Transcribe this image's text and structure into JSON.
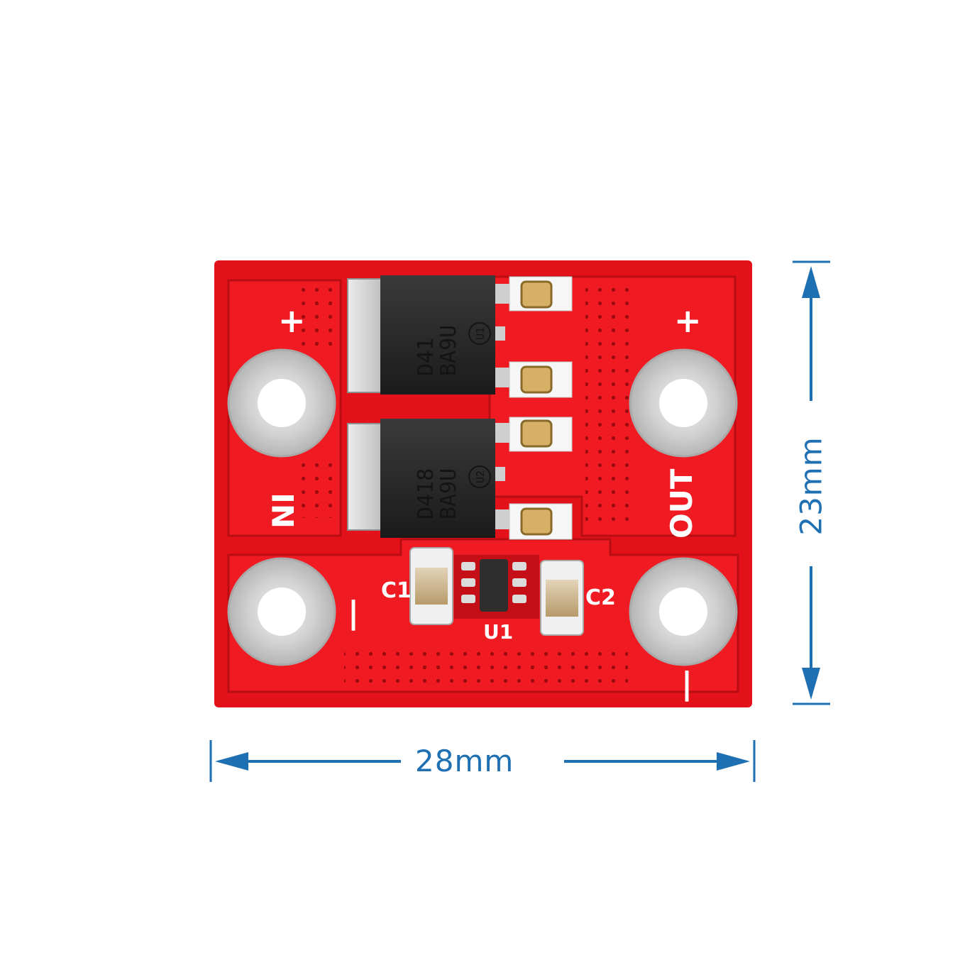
{
  "dimensions": {
    "width_label": "28mm",
    "height_label": "23mm",
    "color": "#1f6fb3"
  },
  "board": {
    "color": "#e8141c",
    "silkscreen": {
      "in_label": "NI",
      "out_label": "OUT",
      "plus_left": "+",
      "plus_right": "+",
      "minus_left": "|",
      "minus_right": "|",
      "c1": "C1",
      "c2": "C2",
      "u1": "U1"
    },
    "mosfets": [
      {
        "line1": "D41",
        "line2": "BA9U",
        "badge": "U1"
      },
      {
        "line1": "D418",
        "line2": "BA9U",
        "badge": "U2"
      }
    ]
  }
}
